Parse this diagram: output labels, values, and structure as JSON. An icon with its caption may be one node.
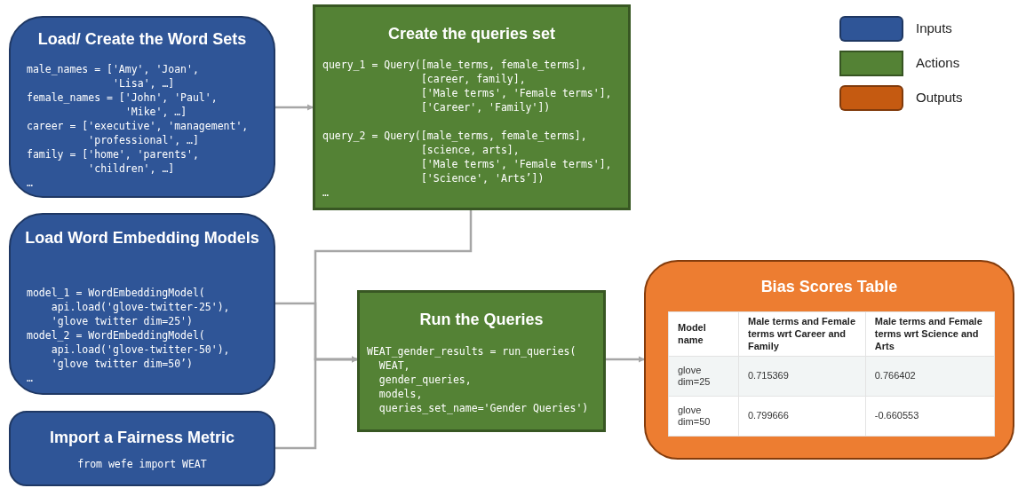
{
  "diagram": {
    "nodes": [
      {
        "text": [
          "Load/ Create the Word Sets",
          "male_names = ['Amy', 'Joan',",
          "'Lisa', …]",
          "female_names = ['John', 'Paul',",
          "'Mike', …]",
          "career = ['executive', 'management',",
          "'professional', …]",
          "family = ['home', 'parents',",
          "'children', …]",
          "…"
        ]
      },
      {
        "text": [
          "Create the queries set",
          "query_1 = Query([male_terms, female_terms],",
          "[career, family],",
          "['Male terms', 'Female terms'],",
          "['Career', 'Family'])",
          "query_2 = Query([male_terms, female_terms],",
          "[science, arts],",
          "['Male terms', 'Female terms'],",
          "['Science', 'Arts’])",
          "…"
        ]
      },
      {
        "text": [
          "Load Word Embedding Models",
          "model_1 = WordEmbeddingModel(",
          "api.load('glove-twitter-25'),",
          "'glove twitter dim=25')",
          "model_2 = WordEmbeddingModel(",
          "api.load('glove-twitter-50'),",
          "'glove twitter dim=50’)",
          "…"
        ]
      },
      {
        "text": [
          "Run the Queries",
          "WEAT_gender_results = run_queries(",
          "WEAT,",
          "gender_queries,",
          "models,",
          "queries_set_name='Gender Queries')"
        ]
      },
      {
        "text": [
          "Import a Fairness Metric",
          "from wefe import WEAT"
        ]
      },
      {
        "text": [
          "Bias Scores Table"
        ]
      }
    ],
    "edges": [
      {
        "from": 0,
        "to": 1,
        "arrow": "to"
      },
      {
        "from": 1,
        "to": 3,
        "arrow": "to"
      },
      {
        "from": 2,
        "to": 3,
        "arrow": "to"
      },
      {
        "from": 4,
        "to": 3,
        "arrow": "to"
      },
      {
        "from": 3,
        "to": 5,
        "arrow": "to"
      }
    ],
    "labels": [
      "Model name",
      "Male terms and Female terms wrt Career and Family",
      "Male terms and Female terms wrt Science and Arts",
      "glove dim=25",
      "0.715369",
      "0.766402",
      "glove dim=50",
      "0.799666",
      "-0.660553"
    ],
    "legend": [
      {
        "text": "Inputs",
        "color": "#2f5597"
      },
      {
        "text": "Actions",
        "color": "#548235"
      },
      {
        "text": "Outputs",
        "color": "#c55a11"
      }
    ]
  }
}
